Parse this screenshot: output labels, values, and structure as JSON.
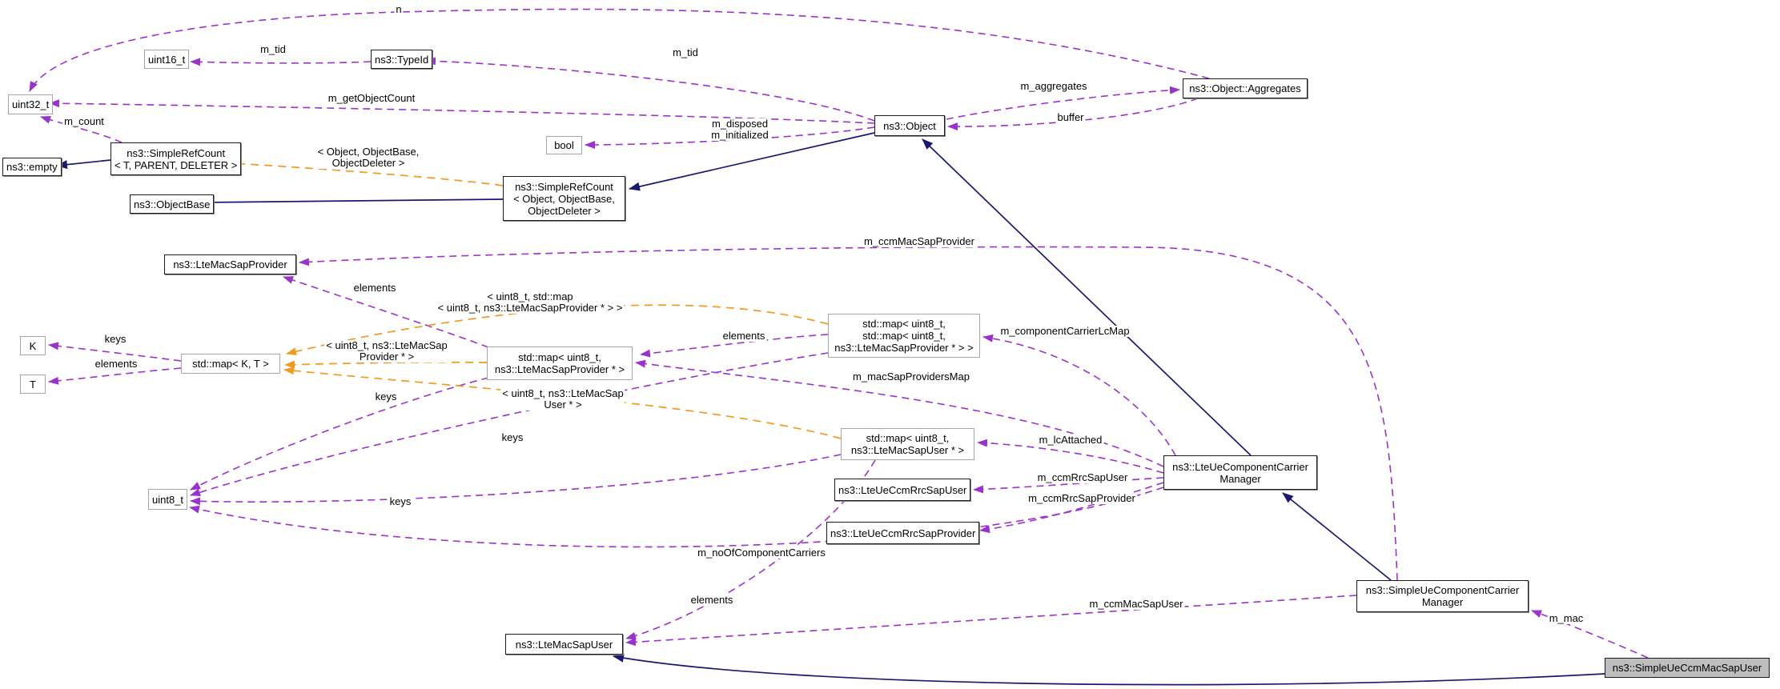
{
  "diagram": {
    "kind": "doxygen-collaboration-graph",
    "focus_class": "ns3::SimpleUeCcmMacSapUser",
    "background": "#ffffff"
  },
  "colors": {
    "usage_edge": "#9a32cd",
    "template_edge": "#f29a1f",
    "inherit_edge": "#191970",
    "focus_fill": "#bebebe",
    "label_text": "#000000"
  },
  "nodes": [
    {
      "id": "uint16",
      "kind": "type",
      "link": false,
      "label": "uint16_t"
    },
    {
      "id": "typeid",
      "kind": "class",
      "link": true,
      "label": "ns3::TypeId"
    },
    {
      "id": "uint32",
      "kind": "type",
      "link": false,
      "label": "uint32_t"
    },
    {
      "id": "empty",
      "kind": "class",
      "link": true,
      "label": "ns3::empty"
    },
    {
      "id": "src_t",
      "kind": "class",
      "link": true,
      "label": [
        "ns3::SimpleRefCount",
        "< T, PARENT, DELETER >"
      ]
    },
    {
      "id": "objectbase",
      "kind": "class",
      "link": true,
      "label": "ns3::ObjectBase"
    },
    {
      "id": "bool",
      "kind": "type",
      "link": false,
      "label": "bool"
    },
    {
      "id": "src_obj",
      "kind": "class",
      "link": true,
      "label": [
        "ns3::SimpleRefCount",
        "< Object, ObjectBase,",
        "ObjectDeleter >"
      ]
    },
    {
      "id": "object",
      "kind": "class",
      "link": true,
      "label": "ns3::Object"
    },
    {
      "id": "aggregates",
      "kind": "class",
      "link": true,
      "label": "ns3::Object::Aggregates"
    },
    {
      "id": "ltemacsapprovider",
      "kind": "class",
      "link": true,
      "label": "ns3::LteMacSapProvider"
    },
    {
      "id": "k",
      "kind": "type",
      "link": false,
      "label": "K"
    },
    {
      "id": "t",
      "kind": "type",
      "link": false,
      "label": "T"
    },
    {
      "id": "mapkt",
      "kind": "type",
      "link": false,
      "label": "std::map< K, T >"
    },
    {
      "id": "innermap",
      "kind": "type",
      "link": false,
      "label": [
        "std::map< uint8_t,",
        "ns3::LteMacSapProvider * >"
      ]
    },
    {
      "id": "outermap",
      "kind": "type",
      "link": false,
      "label": [
        "std::map< uint8_t,",
        "std::map< uint8_t,",
        "ns3::LteMacSapProvider * > >"
      ]
    },
    {
      "id": "usermap",
      "kind": "type",
      "link": false,
      "label": [
        "std::map< uint8_t,",
        "ns3::LteMacSapUser * >"
      ]
    },
    {
      "id": "rrcsapuser",
      "kind": "class",
      "link": true,
      "label": "ns3::LteUeCcmRrcSapUser"
    },
    {
      "id": "rrcsapprovider",
      "kind": "class",
      "link": true,
      "label": "ns3::LteUeCcmRrcSapProvider"
    },
    {
      "id": "uint8",
      "kind": "type",
      "link": false,
      "label": "uint8_t"
    },
    {
      "id": "lteueccm",
      "kind": "class",
      "link": true,
      "label": [
        "ns3::LteUeComponentCarrier",
        "Manager"
      ]
    },
    {
      "id": "simpleueccm",
      "kind": "class",
      "link": true,
      "label": [
        "ns3::SimpleUeComponentCarrier",
        "Manager"
      ]
    },
    {
      "id": "ltemacsapuser",
      "kind": "class",
      "link": true,
      "label": "ns3::LteMacSapUser"
    },
    {
      "id": "focus",
      "kind": "focus",
      "link": false,
      "label": "ns3::SimpleUeCcmMacSapUser"
    }
  ],
  "edges": [
    {
      "id": "n",
      "kind": "usage",
      "label": "n"
    },
    {
      "id": "m_tid1",
      "kind": "usage",
      "label": "m_tid"
    },
    {
      "id": "m_tid2",
      "kind": "usage",
      "label": "m_tid"
    },
    {
      "id": "m_getObjectCount",
      "kind": "usage",
      "label": "m_getObjectCount"
    },
    {
      "id": "m_count",
      "kind": "usage",
      "label": "m_count"
    },
    {
      "id": "m_disposed",
      "kind": "usage",
      "label": [
        "m_disposed",
        "m_initialized"
      ]
    },
    {
      "id": "m_aggregates",
      "kind": "usage",
      "label": "m_aggregates"
    },
    {
      "id": "buffer",
      "kind": "usage",
      "label": "buffer"
    },
    {
      "id": "m_ccmMacSapProvider",
      "kind": "usage",
      "label": "m_ccmMacSapProvider"
    },
    {
      "id": "elements_provider",
      "kind": "usage",
      "label": "elements"
    },
    {
      "id": "keys_kt",
      "kind": "usage",
      "label": "keys"
    },
    {
      "id": "elements_kt",
      "kind": "usage",
      "label": "elements"
    },
    {
      "id": "keys_inner",
      "kind": "usage",
      "label": "keys"
    },
    {
      "id": "keys_outer",
      "kind": "usage",
      "label": "keys"
    },
    {
      "id": "keys_user",
      "kind": "usage",
      "label": "keys"
    },
    {
      "id": "m_componentCarrierLcMap",
      "kind": "usage",
      "label": "m_componentCarrierLcMap"
    },
    {
      "id": "m_macSapProvidersMap",
      "kind": "usage",
      "label": "m_macSapProvidersMap"
    },
    {
      "id": "m_lcAttached",
      "kind": "usage",
      "label": "m_lcAttached"
    },
    {
      "id": "m_ccmRrcSapUser",
      "kind": "usage",
      "label": "m_ccmRrcSapUser"
    },
    {
      "id": "m_ccmRrcSapProvider",
      "kind": "usage",
      "label": "m_ccmRrcSapProvider"
    },
    {
      "id": "m_noOfComponentCarriers",
      "kind": "usage",
      "label": "m_noOfComponentCarriers"
    },
    {
      "id": "m_ccmMacSapUser",
      "kind": "usage",
      "label": "m_ccmMacSapUser"
    },
    {
      "id": "elements_user",
      "kind": "usage",
      "label": "elements"
    },
    {
      "id": "elements_outer",
      "kind": "usage",
      "label": "elements"
    },
    {
      "id": "m_mac",
      "kind": "usage",
      "label": "m_mac"
    },
    {
      "id": "tmpl_src",
      "kind": "template",
      "label": [
        "< Object, ObjectBase,",
        "ObjectDeleter >"
      ]
    },
    {
      "id": "tmpl_outer",
      "kind": "template",
      "label": [
        "< uint8_t, std::map",
        "< uint8_t, ns3::LteMacSapProvider * > >"
      ]
    },
    {
      "id": "tmpl_inner",
      "kind": "template",
      "label": [
        "< uint8_t, ns3::LteMacSap",
        "Provider * >"
      ]
    },
    {
      "id": "tmpl_user",
      "kind": "template",
      "label": [
        "< uint8_t, ns3::LteMacSap",
        "User * >"
      ]
    },
    {
      "id": "inh_src_empty",
      "kind": "inherit",
      "label": ""
    },
    {
      "id": "inh_srcobj_objectbase",
      "kind": "inherit",
      "label": ""
    },
    {
      "id": "inh_object_srcobj",
      "kind": "inherit",
      "label": ""
    },
    {
      "id": "inh_ueccm_object",
      "kind": "inherit",
      "label": ""
    },
    {
      "id": "inh_simple_ueccm",
      "kind": "inherit",
      "label": ""
    },
    {
      "id": "inh_focus_ltemacsapuser",
      "kind": "inherit",
      "label": ""
    }
  ]
}
